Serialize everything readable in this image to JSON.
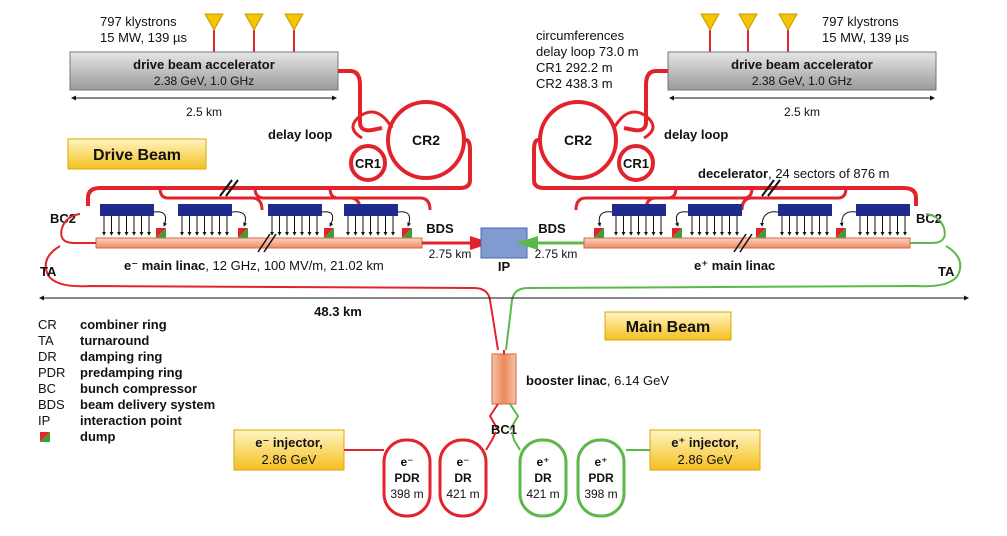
{
  "colors": {
    "electron_line": "#e3232b",
    "positron_line": "#5cb84a",
    "accelerator_box_top": "#e2e2e2",
    "accelerator_box_bottom": "#9c9c9c",
    "klystron": "#f5c400",
    "highlight_box_top": "#fff3c0",
    "highlight_box_bottom": "#f5c221",
    "decelerator_block": "#1f2b8c",
    "main_linac": "#f3a384",
    "interaction_point_box": "#7f9bd0",
    "booster": "#f2a070"
  },
  "left_drive": {
    "klystrons_line1": "797 klystrons",
    "klystrons_line2": "15 MW, 139 µs",
    "accel_title": "drive beam accelerator",
    "accel_sub": "2.38 GeV, 1.0 GHz",
    "length": "2.5 km",
    "delay_loop": "delay loop",
    "cr1": "CR1",
    "cr2": "CR2"
  },
  "right_drive": {
    "circ_title": "circumferences",
    "circ_delay": "delay loop 73.0 m",
    "circ_cr1": "CR1 292.2 m",
    "circ_cr2": "CR2 438.3 m",
    "klystrons_line1": "797 klystrons",
    "klystrons_line2": "15 MW, 139 µs",
    "accel_title": "drive beam accelerator",
    "accel_sub": "2.38 GeV, 1.0 GHz",
    "length": "2.5 km",
    "delay_loop": "delay loop",
    "cr1": "CR1",
    "cr2": "CR2"
  },
  "drive_beam_label": "Drive Beam",
  "decelerator": {
    "bold": "decelerator",
    "rest": ", 24 sectors of 876 m"
  },
  "left_linac": {
    "bc2": "BC2",
    "ta": "TA",
    "label_bold": "e⁻ main linac",
    "label_rest": ", 12 GHz, 100 MV/m, 21.02 km",
    "bds": "BDS",
    "bds_len": "2.75 km"
  },
  "right_linac": {
    "bc2": "BC2",
    "ta": "TA",
    "label_bold": "e⁺ main linac",
    "bds": "BDS",
    "bds_len": "2.75 km"
  },
  "ip": "IP",
  "total_length": "48.3 km",
  "main_beam_label": "Main Beam",
  "legend": [
    {
      "abbr": "CR",
      "text": "combiner ring"
    },
    {
      "abbr": "TA",
      "text": "turnaround"
    },
    {
      "abbr": "DR",
      "text": "damping ring"
    },
    {
      "abbr": "PDR",
      "text": "predamping ring"
    },
    {
      "abbr": "BC",
      "text": "bunch compressor"
    },
    {
      "abbr": "BDS",
      "text": "beam delivery system"
    },
    {
      "abbr": "IP",
      "text": "interaction point"
    },
    {
      "abbr": "",
      "text": "dump"
    }
  ],
  "booster": {
    "bold": "booster linac",
    "rest": ", 6.14 GeV"
  },
  "bc1": "BC1",
  "e_injector": {
    "title": "e⁻ injector,",
    "energy": "2.86 GeV"
  },
  "p_injector": {
    "title": "e⁺ injector,",
    "energy": "2.86 GeV"
  },
  "rings": {
    "e_pdr": {
      "particle": "e⁻",
      "name": "PDR",
      "len": "398 m"
    },
    "e_dr": {
      "particle": "e⁻",
      "name": "DR",
      "len": "421 m"
    },
    "p_dr": {
      "particle": "e⁺",
      "name": "DR",
      "len": "421 m"
    },
    "p_pdr": {
      "particle": "e⁺",
      "name": "PDR",
      "len": "398 m"
    }
  }
}
